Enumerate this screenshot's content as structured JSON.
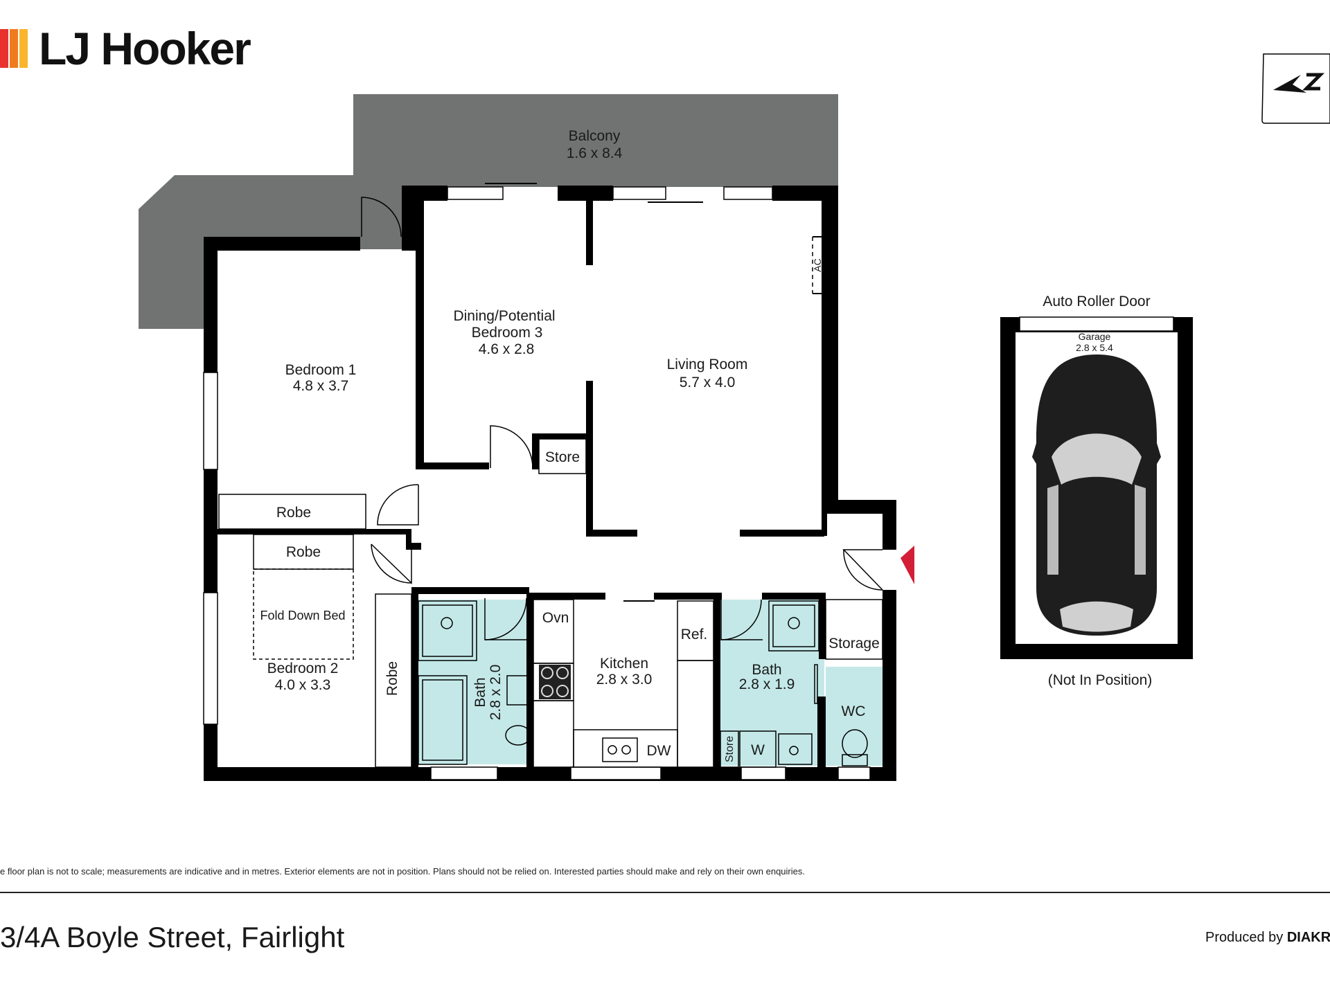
{
  "brand": {
    "name": "LJ Hooker",
    "bar_colors": [
      "#e8312f",
      "#f07b1e",
      "#fbb52d"
    ]
  },
  "compass": {
    "label": "N",
    "icon": "north-arrow-icon"
  },
  "rooms": {
    "balcony": {
      "name": "Balcony",
      "size": "1.6 x 8.4"
    },
    "bedroom1": {
      "name": "Bedroom 1",
      "size": "4.8 x 3.7"
    },
    "dining": {
      "name": "Dining/Potential",
      "name2": "Bedroom 3",
      "size": "4.6 x 2.8"
    },
    "living": {
      "name": "Living Room",
      "size": "5.7 x 4.0"
    },
    "bedroom2": {
      "name": "Bedroom 2",
      "size": "4.0 x 3.3"
    },
    "kitchen": {
      "name": "Kitchen",
      "size": "2.8 x 3.0"
    },
    "bath1": {
      "name": "Bath",
      "size": "2.8 x 2.0"
    },
    "bath2": {
      "name": "Bath",
      "size": "2.8 x 1.9"
    },
    "garage": {
      "name": "Garage",
      "size": "2.8 x 5.4"
    }
  },
  "labels": {
    "ac": "AC",
    "store": "Store",
    "robe_upper": "Robe",
    "robe_lower": "Robe",
    "robe_vertical": "Robe",
    "fold_down_bed": "Fold Down Bed",
    "oven": "Ovn",
    "fridge": "Ref.",
    "dishwasher": "DW",
    "storage": "Storage",
    "wc": "WC",
    "store_vertical": "Store",
    "washer": "W",
    "auto_roller_door": "Auto Roller Door",
    "not_in_position": "(Not In Position)"
  },
  "colors": {
    "wall": "#000000",
    "balcony": "#707372",
    "wet_area": "#c4e8e8",
    "entry_marker": "#d21f36",
    "car": "#1e1e1e"
  },
  "footer": {
    "disclaimer": "e floor plan is not to scale; measurements are indicative and in metres. Exterior elements are not in position. Plans should not be relied on. Interested parties should make and rely on their own enquiries.",
    "address": "3/4A Boyle Street, Fairlight",
    "produced_prefix": "Produced by ",
    "produced_brand": "DIAKRI"
  }
}
